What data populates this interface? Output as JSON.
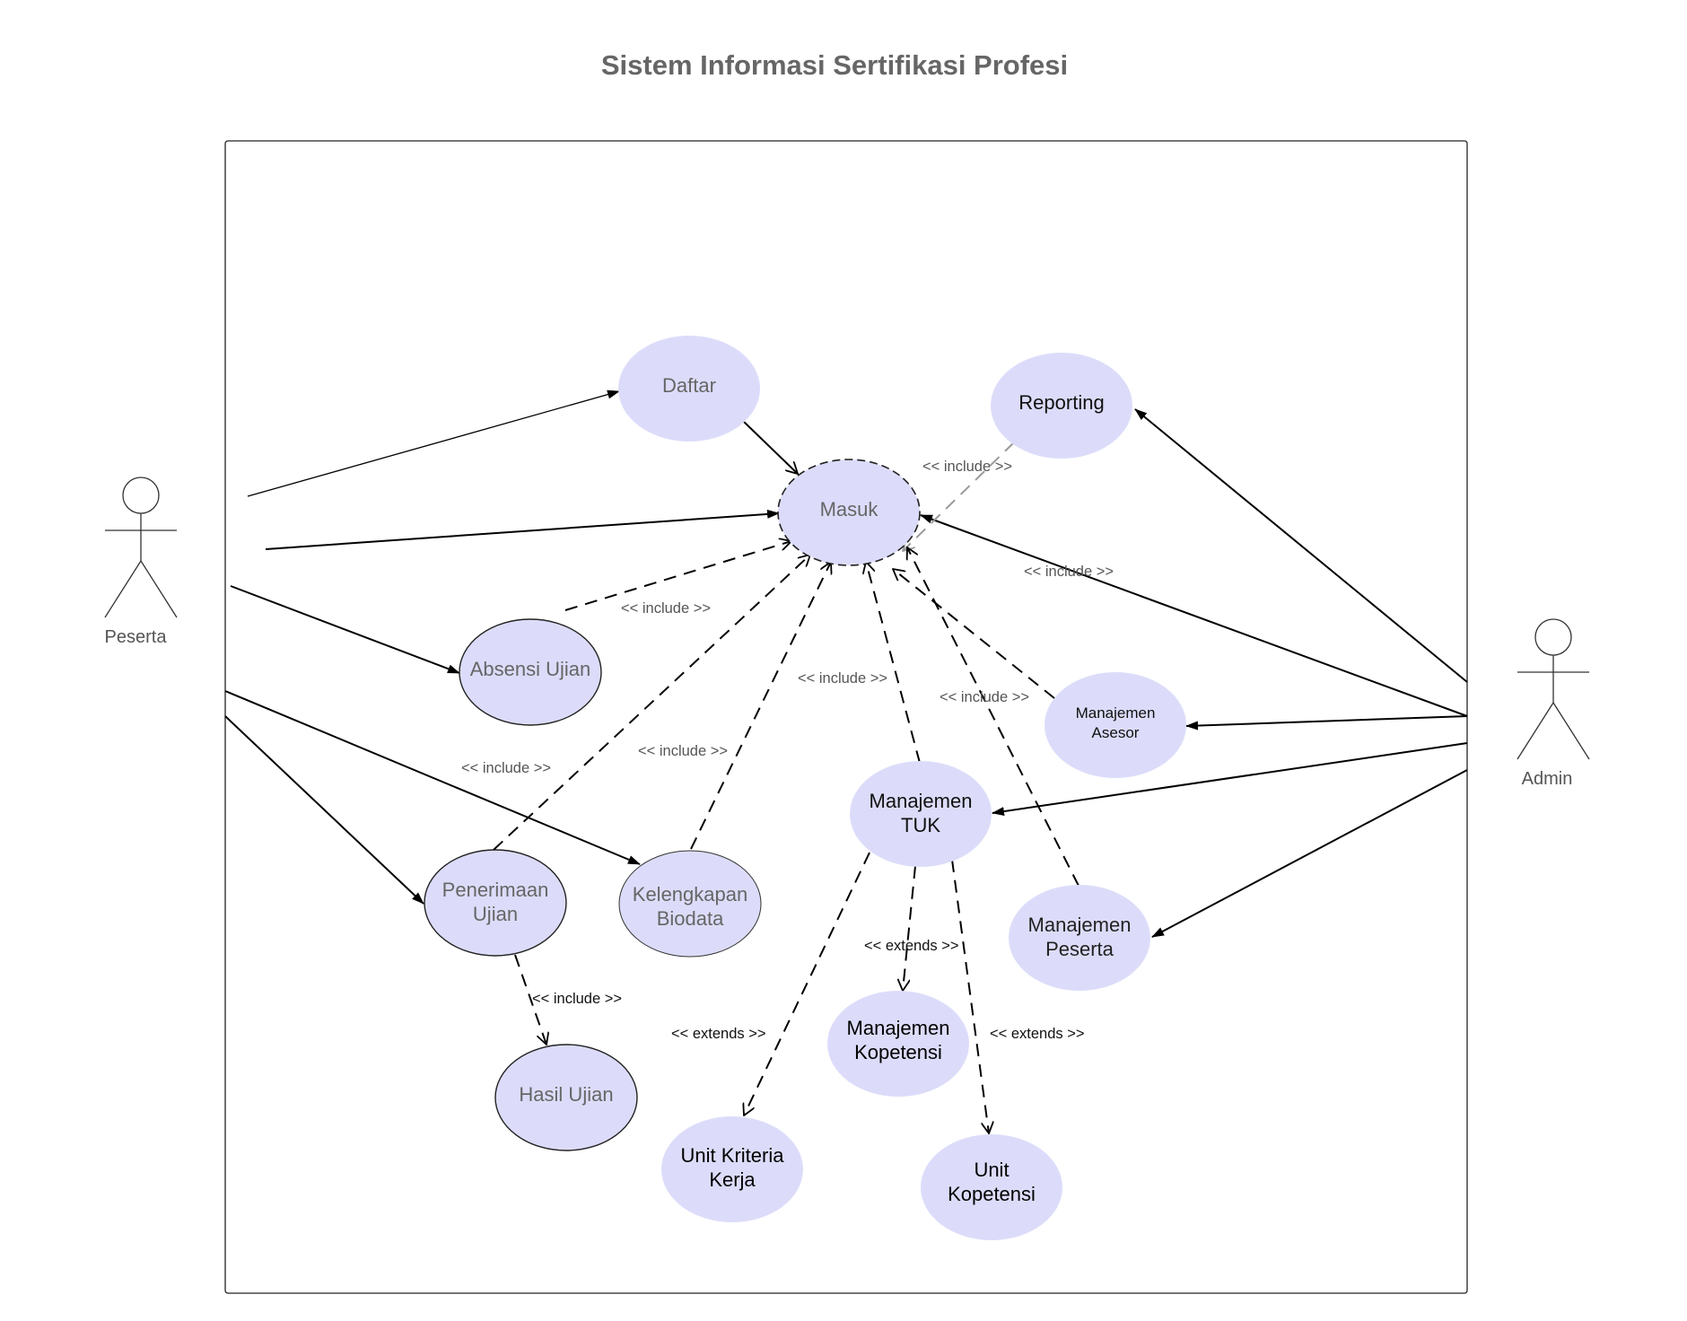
{
  "title": "Sistem Informasi Sertifikasi Profesi",
  "colors": {
    "usecase_fill": "#dcdcfa",
    "line": "#000000",
    "text_dark": "#111111",
    "text_muted": "#666666",
    "include_gray": "#999999"
  },
  "actors": {
    "peserta": "Peserta",
    "admin": "Admin"
  },
  "use_cases": {
    "daftar": "Daftar",
    "reporting": "Reporting",
    "masuk": "Masuk",
    "absensi": "Absensi Ujian",
    "asesor_l1": "Manajemen",
    "asesor_l2": "Asesor",
    "tuk_l1": "Manajemen",
    "tuk_l2": "TUK",
    "penerimaan_l1": "Penerimaan",
    "penerimaan_l2": "Ujian",
    "kelengkapan_l1": "Kelengkapan",
    "kelengkapan_l2": "Biodata",
    "mpeserta_l1": "Manajemen",
    "mpeserta_l2": "Peserta",
    "kopetensi_l1": "Manajemen",
    "kopetensi_l2": "Kopetensi",
    "hasil": "Hasil Ujian",
    "ukk_l1": "Unit Kriteria",
    "ukk_l2": "Kerja",
    "uk_l1": "Unit",
    "uk_l2": "Kopetensi"
  },
  "relation_labels": {
    "include_reporting": "<< include >>",
    "include_admin": "<< include >>",
    "include_absensi": "<< include >>",
    "include_tuk": "<< include >>",
    "include_asesor": "<< include >>",
    "include_kelengkapan": "<< include >>",
    "include_penerimaan": "<< include >>",
    "include_hasil": "<< include >>",
    "extends_kopetensi": "<< extends >>",
    "extends_ukk": "<< extends >>",
    "extends_uk": "<< extends >>"
  }
}
